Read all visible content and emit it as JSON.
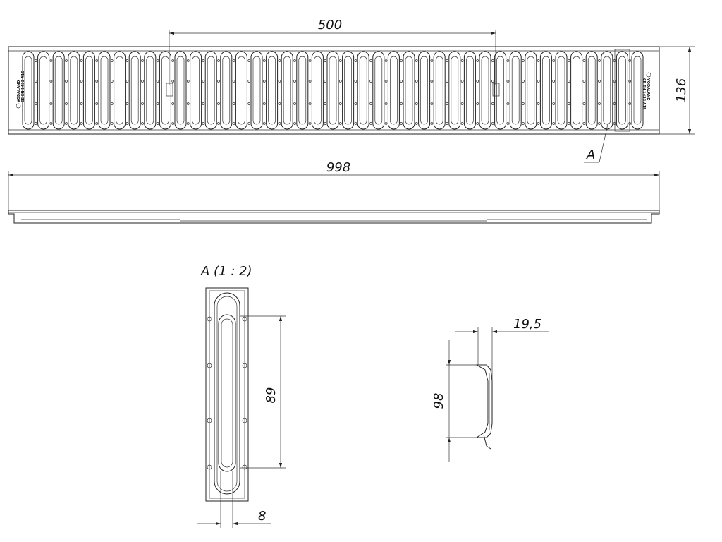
{
  "drawing": {
    "top_view": {
      "dim_length_partial": "500",
      "dim_width": "136",
      "callout_label": "A",
      "logo_brand": "VODALAND",
      "logo_marking": "CE EN 1433 A15",
      "slot_count": 41
    },
    "side_view": {
      "dim_length_total": "998"
    },
    "detail_a": {
      "title": "A (1 : 2)",
      "dim_slot_length": "89",
      "dim_slot_width": "8"
    },
    "section_view": {
      "dim_depth": "19,5",
      "dim_height": "98"
    }
  }
}
